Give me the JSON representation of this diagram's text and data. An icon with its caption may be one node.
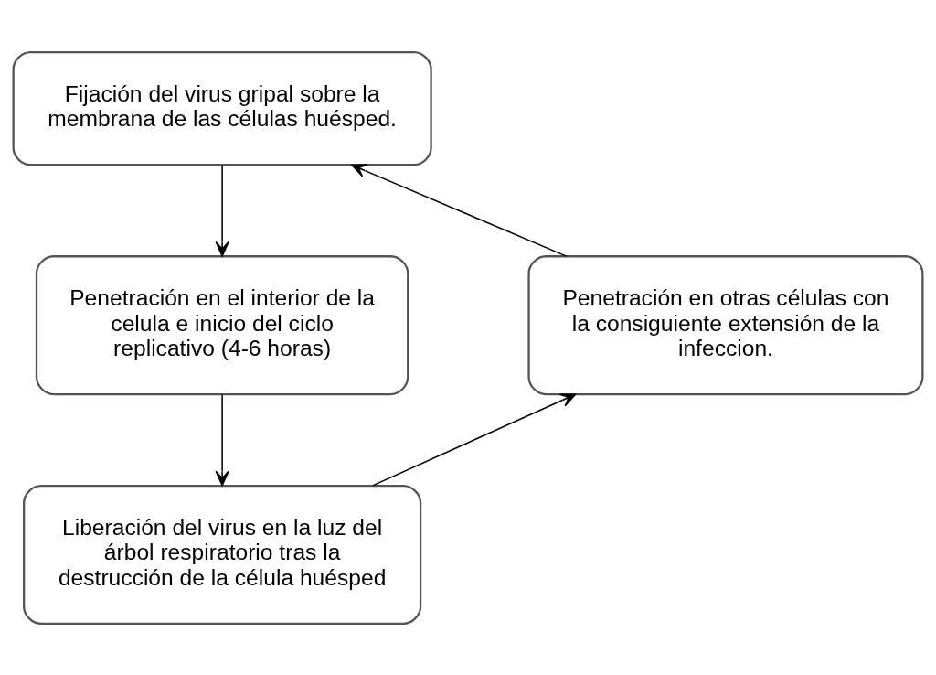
{
  "diagram": {
    "nodes": [
      {
        "text": [
          "Fijación del virus gripal sobre la membrana de las células huésped."
        ]
      },
      {
        "text": [
          "Penetración en el interior de la celula e inicio del ciclo replicativo (4-6 horas)"
        ]
      },
      {
        "text": [
          "Liberación del virus en la luz del árbol respiratorio tras la destrucción de la célula huésped"
        ]
      },
      {
        "text": [
          "Penetración en otras células con la consiguiente extensión de la infeccion."
        ]
      }
    ],
    "edges": [
      {
        "from": 0,
        "to": 1,
        "arrow": "to"
      },
      {
        "from": 1,
        "to": 2,
        "arrow": "to"
      },
      {
        "from": 2,
        "to": 3,
        "arrow": "to"
      },
      {
        "from": 3,
        "to": 0,
        "arrow": "to"
      }
    ]
  }
}
